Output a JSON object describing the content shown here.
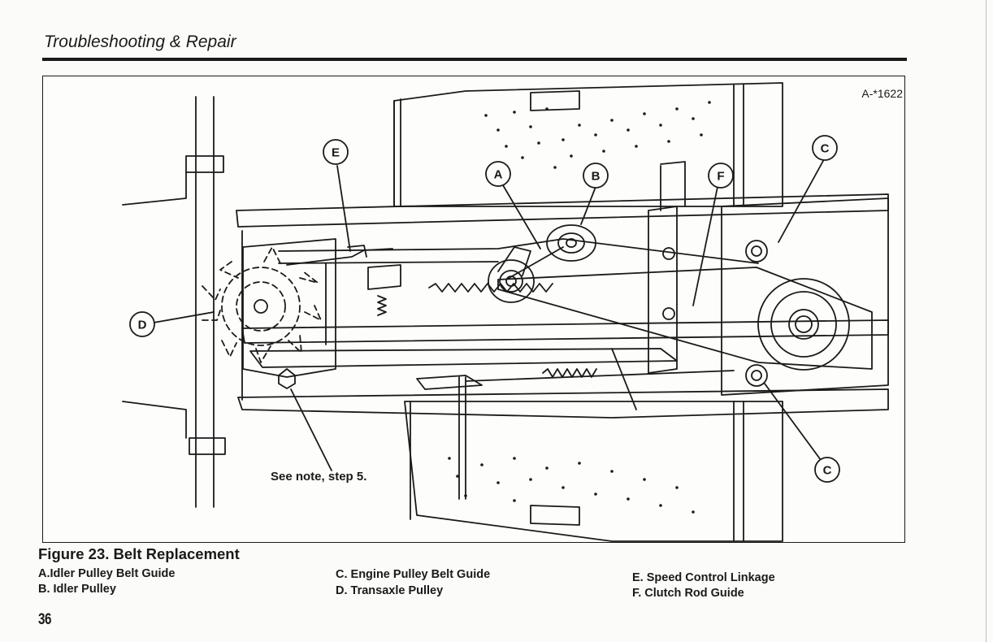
{
  "header": {
    "section_title": "Troubleshooting & Repair"
  },
  "figure": {
    "id_label": "A-*1622",
    "note": "See note, step 5.",
    "callouts": [
      "A",
      "B",
      "C",
      "C",
      "D",
      "E",
      "F"
    ],
    "caption_title": "Figure 23. Belt Replacement",
    "legend": [
      "A.Idler Pulley Belt Guide",
      "B. Idler Pulley",
      "C. Engine Pulley Belt Guide",
      "D. Transaxle Pulley",
      "E. Speed Control Linkage",
      "F. Clutch Rod Guide"
    ]
  },
  "footer": {
    "page_number": "36"
  }
}
